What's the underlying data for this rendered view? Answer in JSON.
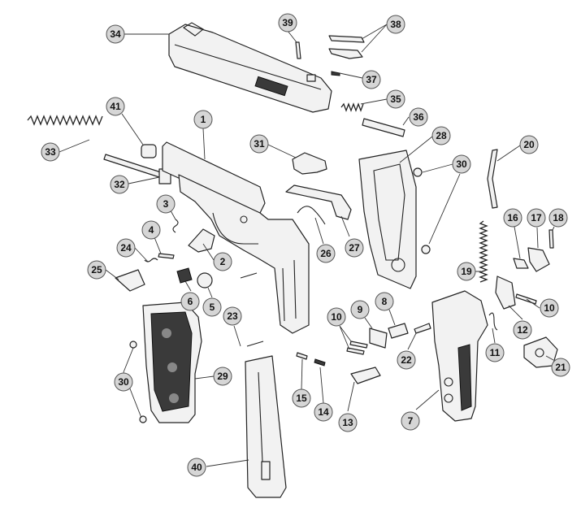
{
  "callouts": [
    {
      "label": "34"
    },
    {
      "label": "39"
    },
    {
      "label": "38"
    },
    {
      "label": "37"
    },
    {
      "label": "35"
    },
    {
      "label": "36"
    },
    {
      "label": "41"
    },
    {
      "label": "1"
    },
    {
      "label": "33"
    },
    {
      "label": "31"
    },
    {
      "label": "28"
    },
    {
      "label": "30"
    },
    {
      "label": "20"
    },
    {
      "label": "32"
    },
    {
      "label": "3"
    },
    {
      "label": "4"
    },
    {
      "label": "24"
    },
    {
      "label": "2"
    },
    {
      "label": "26"
    },
    {
      "label": "27"
    },
    {
      "label": "16"
    },
    {
      "label": "17"
    },
    {
      "label": "18"
    },
    {
      "label": "25"
    },
    {
      "label": "6"
    },
    {
      "label": "5"
    },
    {
      "label": "19"
    },
    {
      "label": "10"
    },
    {
      "label": "23"
    },
    {
      "label": "10"
    },
    {
      "label": "9"
    },
    {
      "label": "8"
    },
    {
      "label": "12"
    },
    {
      "label": "22"
    },
    {
      "label": "11"
    },
    {
      "label": "30"
    },
    {
      "label": "29"
    },
    {
      "label": "21"
    },
    {
      "label": "15"
    },
    {
      "label": "14"
    },
    {
      "label": "13"
    },
    {
      "label": "7"
    },
    {
      "label": "40"
    }
  ]
}
